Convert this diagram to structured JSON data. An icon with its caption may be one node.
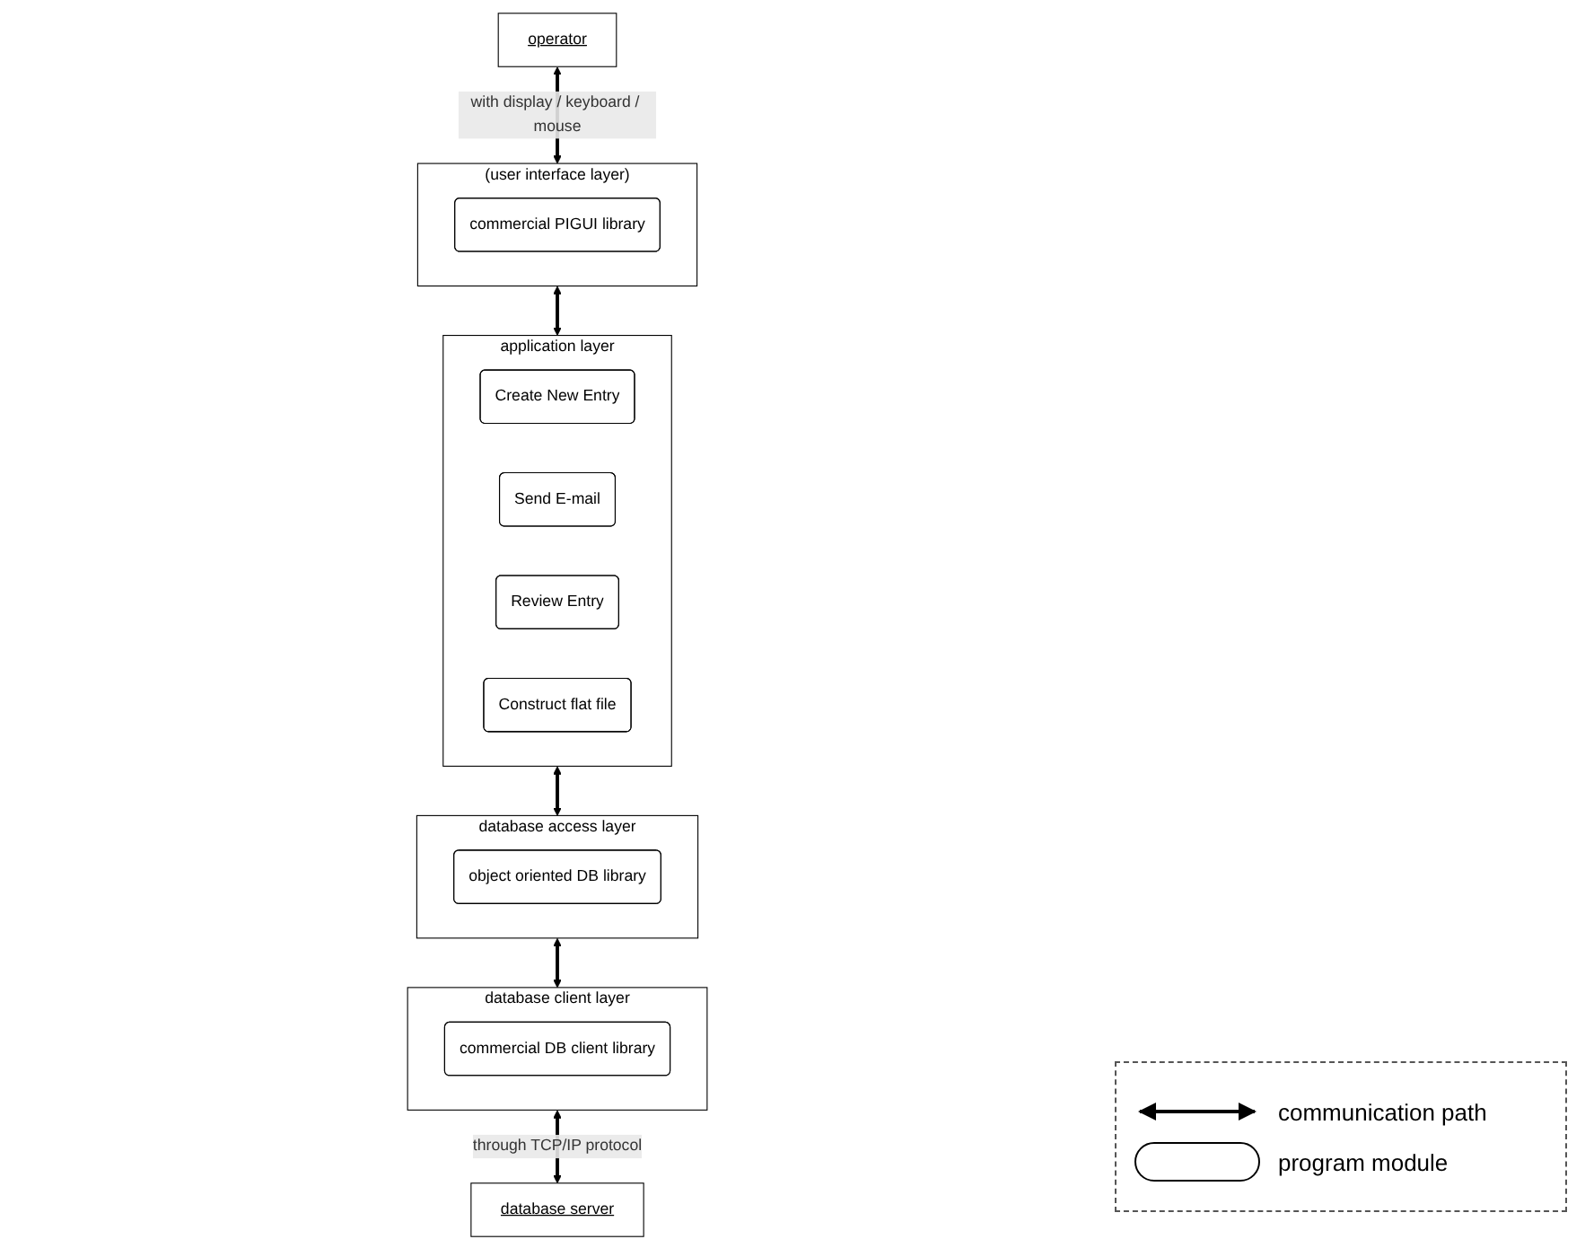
{
  "diagram": {
    "nodes": [
      {
        "text": [
          "operator"
        ]
      },
      {
        "text": [
          "(user interface layer)"
        ]
      },
      {
        "text": [
          "commercial PIGUI library"
        ],
        "in": 1
      },
      {
        "text": [
          "application layer"
        ]
      },
      {
        "text": [
          "Create New Entry"
        ],
        "in": 3
      },
      {
        "text": [
          "Send E-mail"
        ],
        "in": 3
      },
      {
        "text": [
          "Review Entry"
        ],
        "in": 3
      },
      {
        "text": [
          "Construct flat file"
        ],
        "in": 3
      },
      {
        "text": [
          "database access layer"
        ]
      },
      {
        "text": [
          "object oriented DB library"
        ],
        "in": 8
      },
      {
        "text": [
          "database client layer"
        ]
      },
      {
        "text": [
          "commercial DB client library"
        ],
        "in": 10
      },
      {
        "text": [
          "database server"
        ]
      }
    ],
    "edges": [
      {
        "from": 0,
        "to": 1,
        "arrow": "both",
        "label": "with display / keyboard / mouse"
      },
      {
        "from": 1,
        "to": 3,
        "arrow": "both"
      },
      {
        "from": 3,
        "to": 8,
        "arrow": "both"
      },
      {
        "from": 8,
        "to": 10,
        "arrow": "both"
      },
      {
        "from": 10,
        "to": 12,
        "arrow": "both",
        "label": "through TCP/IP protocol"
      }
    ],
    "legend": [
      {
        "text": "communication path"
      },
      {
        "text": "program module"
      }
    ]
  }
}
